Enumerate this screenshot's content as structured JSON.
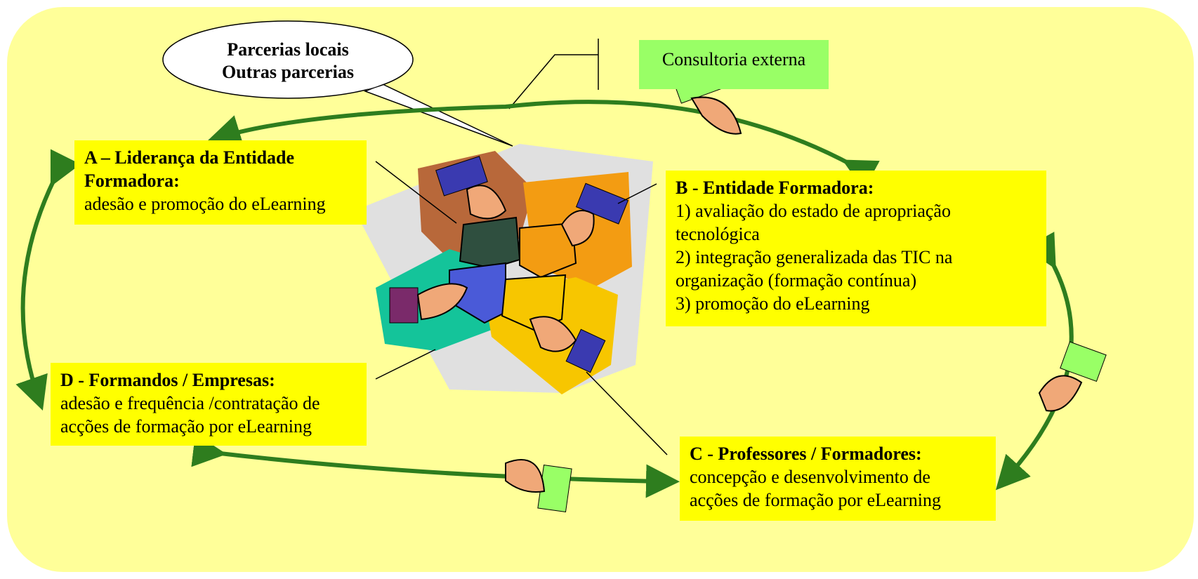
{
  "bubble": {
    "line1": "Parcerias locais",
    "line2": "Outras parcerias"
  },
  "consultancy": "Consultoria externa",
  "boxes": {
    "a": {
      "title": "A – Liderança da Entidade Formadora:",
      "lines": [
        "adesão e promoção do eLearning"
      ]
    },
    "b": {
      "title": "B - Entidade Formadora:",
      "lines": [
        "1) avaliação do estado de apropriação tecnológica",
        "2) integração generalizada das TIC na organização (formação contínua)",
        "3) promoção do eLearning"
      ]
    },
    "c": {
      "title": "C - Professores / Formadores:",
      "lines": [
        "concepção e desenvolvimento de",
        "acções de formação por eLearning"
      ]
    },
    "d": {
      "title": "D - Formandos / Empresas:",
      "lines": [
        "adesão e frequência /contratação de",
        "acções de formação por eLearning"
      ]
    }
  },
  "colors": {
    "background": "#ffff99",
    "box": "#ffff00",
    "consultancy": "#99ff66",
    "arrow": "#2e7d1e",
    "puzzle_bg": "#e0e0e0",
    "piece_brown": "#b8683a",
    "piece_orange": "#f39c12",
    "piece_teal": "#14c49a",
    "piece_yellow": "#f7c600"
  },
  "icons": [
    "hand-icon",
    "puzzle-icon"
  ]
}
